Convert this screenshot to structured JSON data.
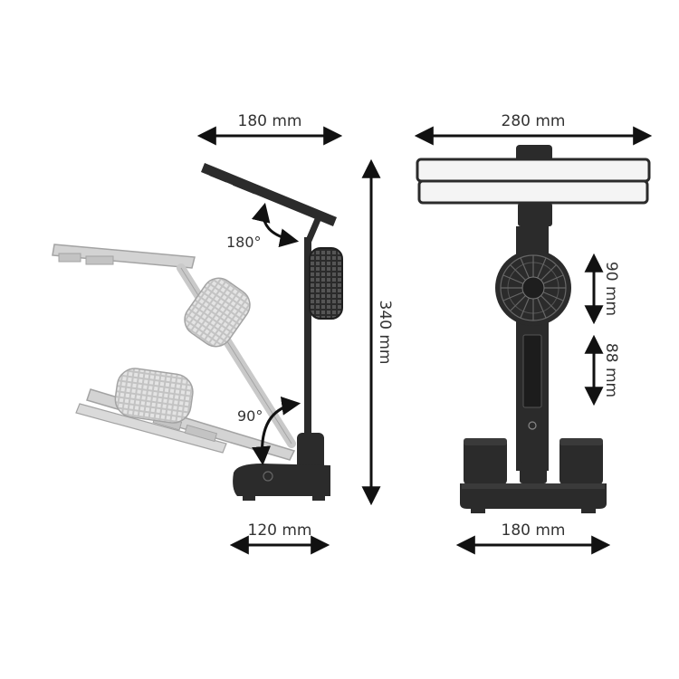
{
  "colors": {
    "arrow": "#111111",
    "body": "#2b2b2b",
    "ghost": "#cccccc",
    "ghost_stroke": "#9a9a9a",
    "text": "#333333"
  },
  "dimensions": {
    "side_top_width": "180 mm",
    "side_height": "340 mm",
    "side_base_width": "120 mm",
    "front_top_width": "280 mm",
    "front_base_width": "180 mm",
    "fan_height": "90 mm",
    "stem_height": "88 mm"
  },
  "angles": {
    "head_rotation": "180°",
    "arm_rotation": "90°"
  }
}
